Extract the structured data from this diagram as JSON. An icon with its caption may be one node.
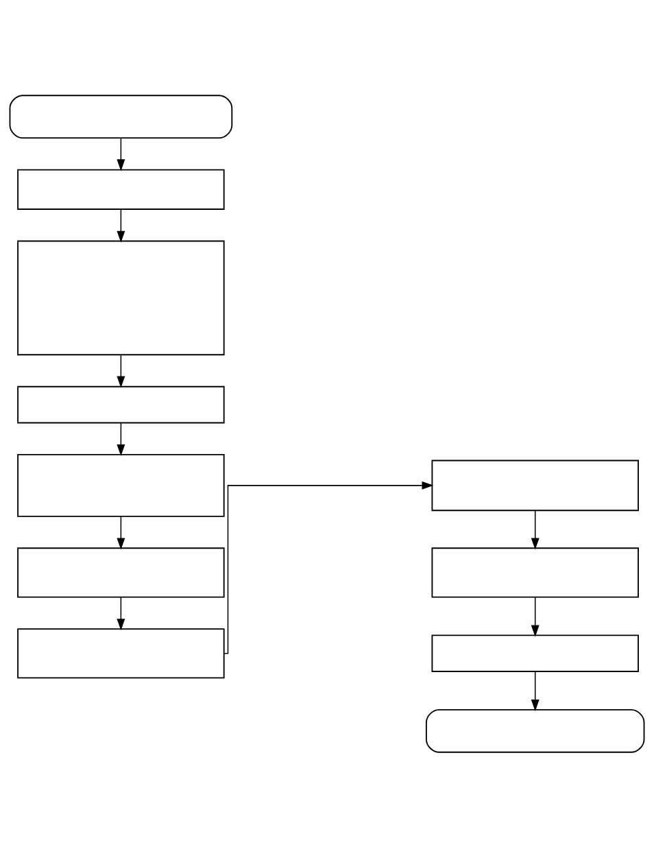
{
  "diagram": {
    "nodes": [
      {
        "text": [],
        "shape": "stadium"
      },
      {
        "text": [],
        "shape": "box"
      },
      {
        "text": [],
        "shape": "box"
      },
      {
        "text": [],
        "shape": "box"
      },
      {
        "text": [],
        "shape": "box"
      },
      {
        "text": [],
        "shape": "box"
      },
      {
        "text": [],
        "shape": "box"
      },
      {
        "text": [],
        "shape": "box"
      },
      {
        "text": [],
        "shape": "box"
      },
      {
        "text": [],
        "shape": "box"
      },
      {
        "text": [],
        "shape": "stadium"
      }
    ],
    "edges": [
      {
        "from": 0,
        "to": 1,
        "arrow": "to"
      },
      {
        "from": 1,
        "to": 2,
        "arrow": "to"
      },
      {
        "from": 2,
        "to": 3,
        "arrow": "to"
      },
      {
        "from": 3,
        "to": 4,
        "arrow": "to"
      },
      {
        "from": 4,
        "to": 5,
        "arrow": "to"
      },
      {
        "from": 5,
        "to": 6,
        "arrow": "to"
      },
      {
        "from": 6,
        "to": 7,
        "arrow": "to"
      },
      {
        "from": 7,
        "to": 8,
        "arrow": "to"
      },
      {
        "from": 8,
        "to": 9,
        "arrow": "to"
      },
      {
        "from": 9,
        "to": 10,
        "arrow": "to"
      }
    ]
  }
}
